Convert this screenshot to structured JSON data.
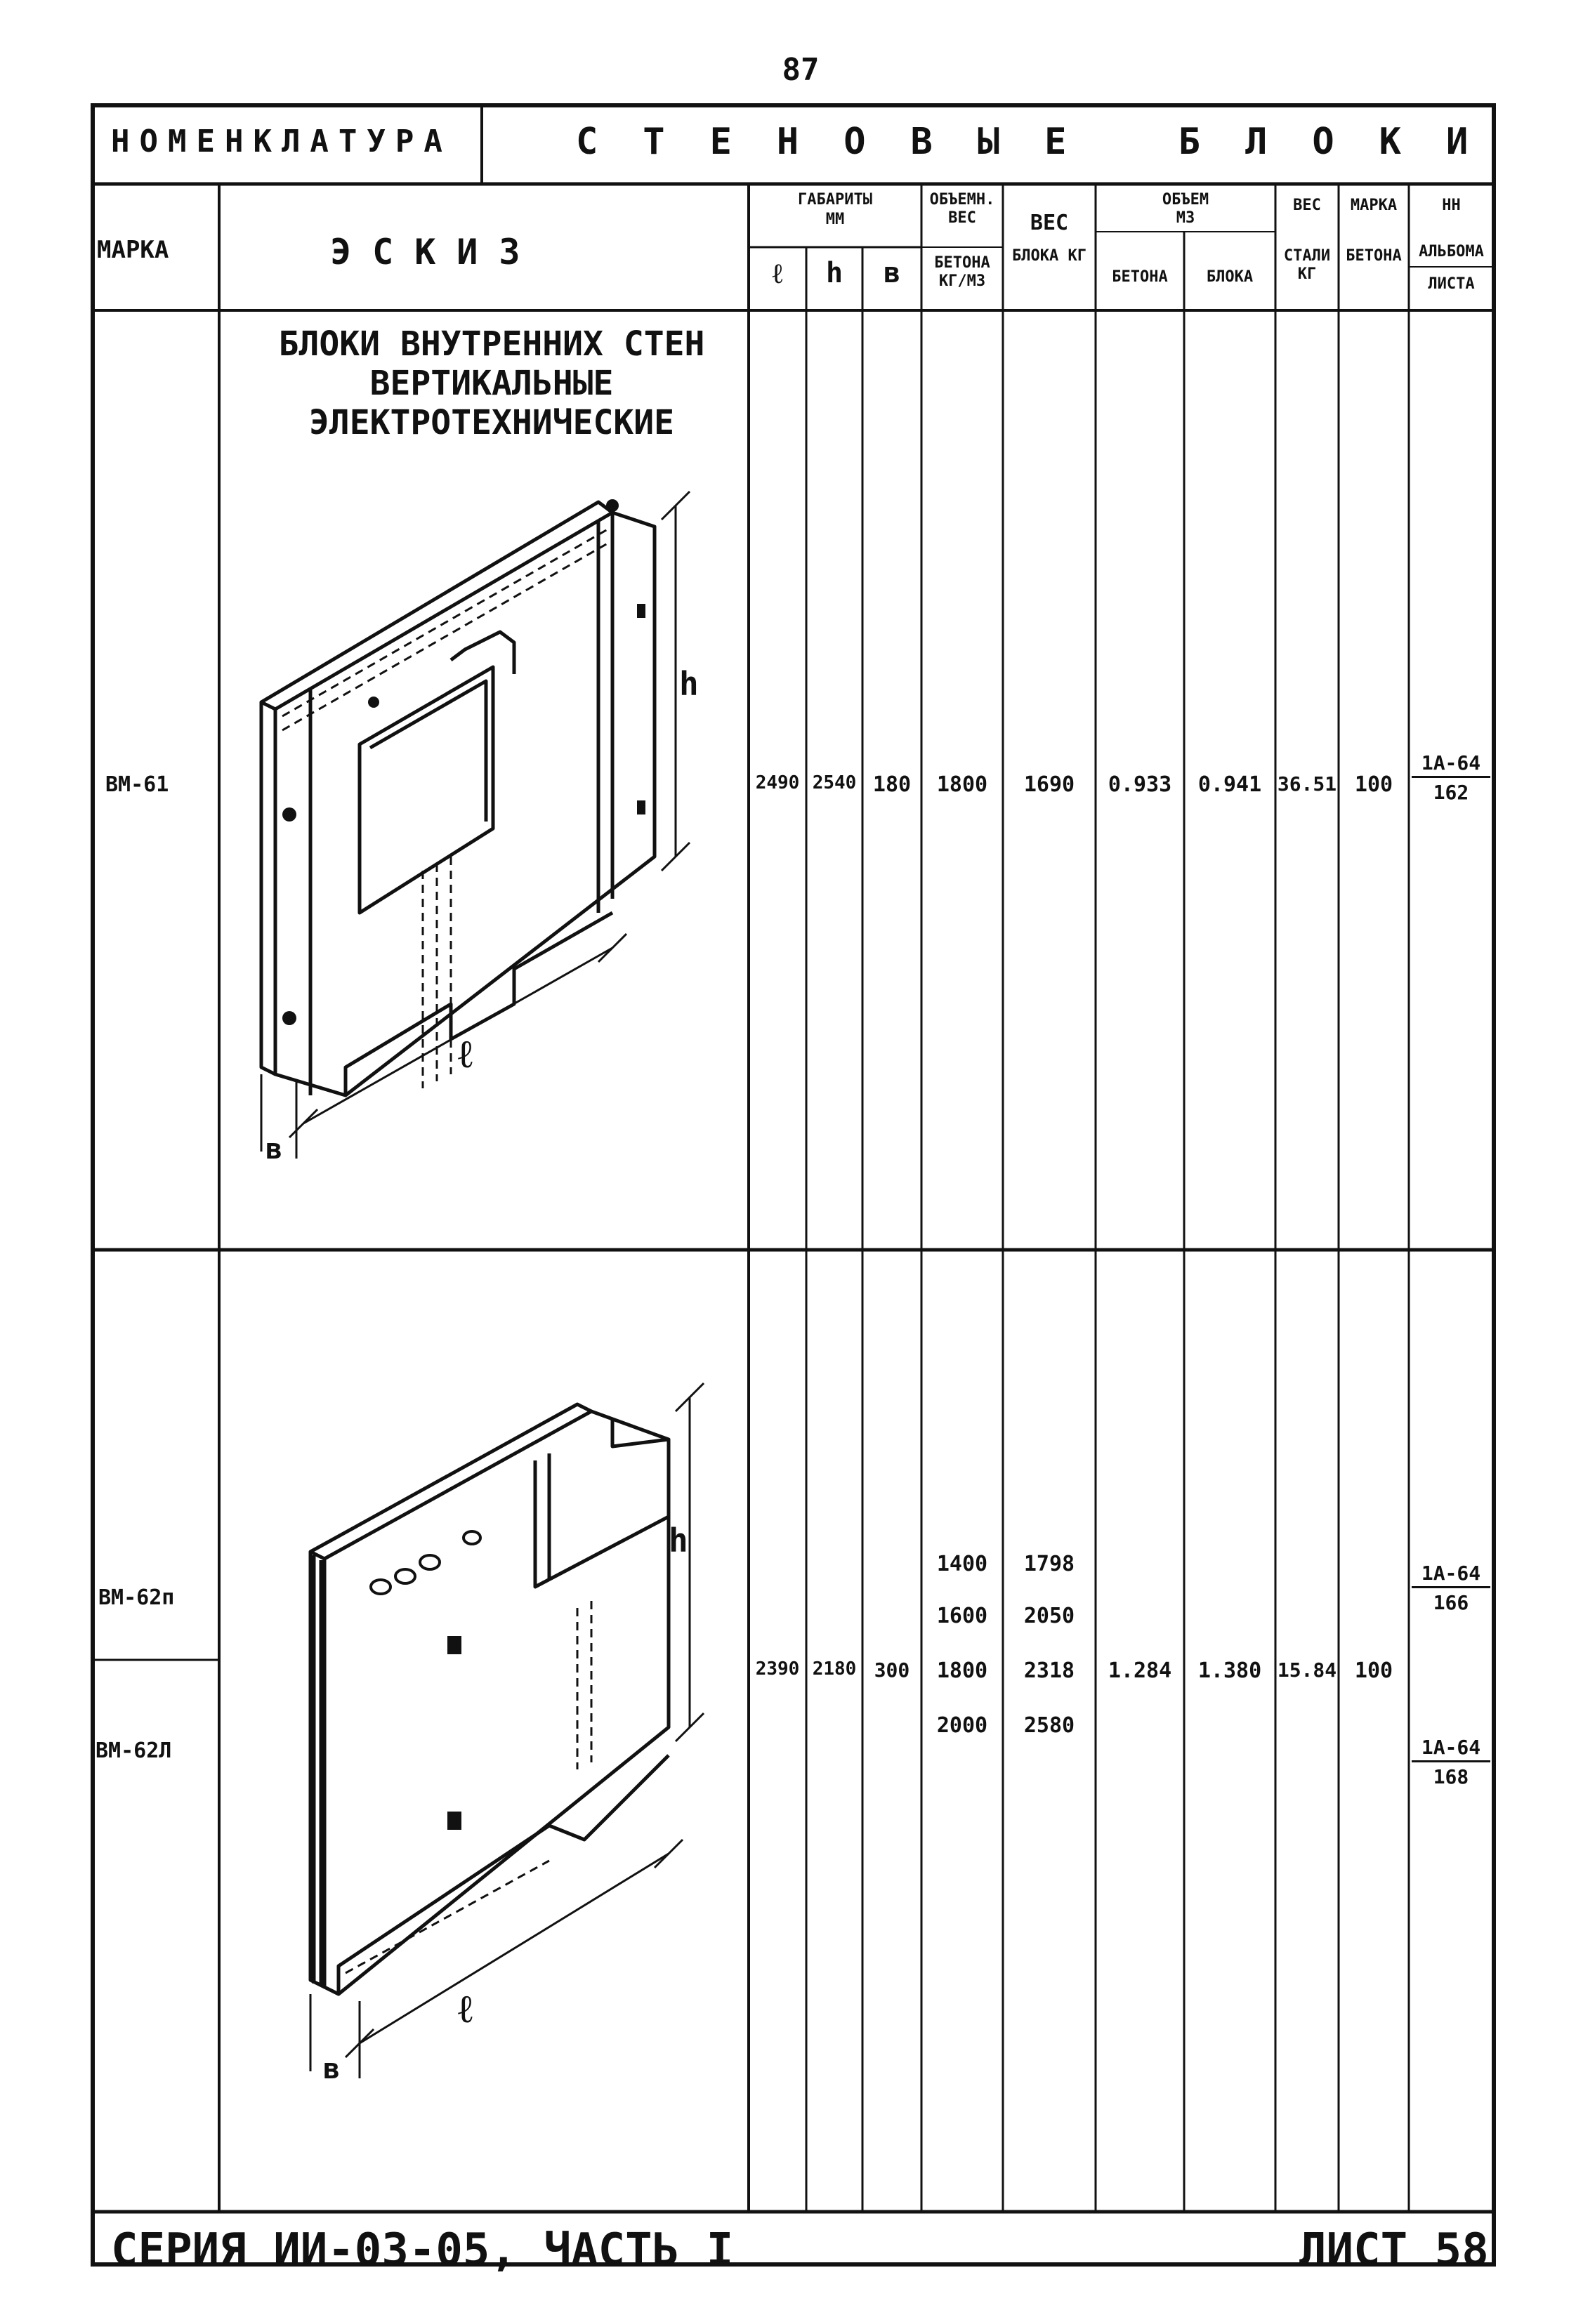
{
  "page_number": "87",
  "header": {
    "nomenclature_label": "НОМЕНКЛАТУРА",
    "title": "СТЕНОВЫЕ БЛОКИ"
  },
  "columns": {
    "mark": "МАРКА",
    "sketch": "ЭСКИЗ",
    "dimensions": "ГАБАРИТЫ",
    "dimensions_unit": "ММ",
    "dim_l": "ℓ",
    "dim_h": "h",
    "dim_b": "в",
    "volume_weight": "ОБЪЕМН. ВЕС",
    "volume_weight_sub": "БЕТОНА КГ/М3",
    "weight": "ВЕС",
    "weight_sub": "БЛОКА КГ",
    "volume": "ОБЪЕМ",
    "volume_unit": "М3",
    "volume_concrete": "БЕТОНА",
    "volume_block": "БЛОКА",
    "steel": "ВЕС",
    "steel_sub": "СТАЛИ КГ",
    "concrete_grade": "МАРКА",
    "concrete_grade_sub": "БЕТОНА",
    "album": "НН",
    "album_sub": "АЛЬБОМА",
    "album_sheet": "ЛИСТА"
  },
  "section_title_lines": [
    "БЛОКИ ВНУТРЕННИХ СТЕН",
    "ВЕРТИКАЛЬНЫЕ",
    "ЭЛЕКТРОТЕХНИЧЕСКИЕ"
  ],
  "rows": [
    {
      "mark": "ВМ-61",
      "l": "2490",
      "h": "2540",
      "b": "180",
      "volume_weight": "1800",
      "weight": "1690",
      "vol_concrete": "0.933",
      "vol_block": "0.941",
      "steel": "36.51",
      "grade": "100",
      "album": "1А-64",
      "sheet": "162"
    },
    {
      "mark": "ВМ-62п",
      "mark2": "ВМ-62Л",
      "l": "2390",
      "h": "2180",
      "b": "300",
      "volume_weights": [
        "1400",
        "1600",
        "1800",
        "2000"
      ],
      "weights": [
        "1798",
        "2050",
        "2318",
        "2580"
      ],
      "vol_concrete": "1.284",
      "vol_block": "1.380",
      "steel": "15.84",
      "grade": "100",
      "album": "1А-64",
      "sheet": "166",
      "album2": "1А-64",
      "sheet2": "168"
    }
  ],
  "sketch_labels": {
    "l": "ℓ",
    "h": "h",
    "b": "в"
  },
  "footer": {
    "series": "СЕРИЯ ИИ-03-05, ЧАСТЬ I",
    "sheet": "ЛИСТ 58"
  }
}
